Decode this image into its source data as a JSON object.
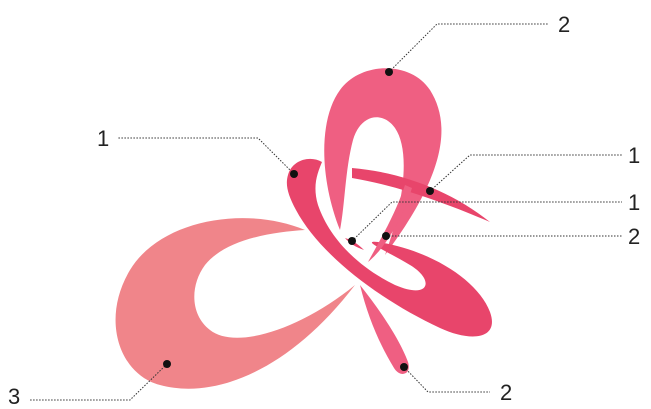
{
  "colors": {
    "petal_deep": "#e8456b",
    "petal_mid": "#ef5f82",
    "petal_light": "#f0858a",
    "ink": "#222222"
  },
  "labels": {
    "top_right": "2",
    "left_upper": "1",
    "right_upper": "1",
    "right_middle": "1",
    "right_lower": "2",
    "bottom_right": "2",
    "bottom_left": "3"
  }
}
